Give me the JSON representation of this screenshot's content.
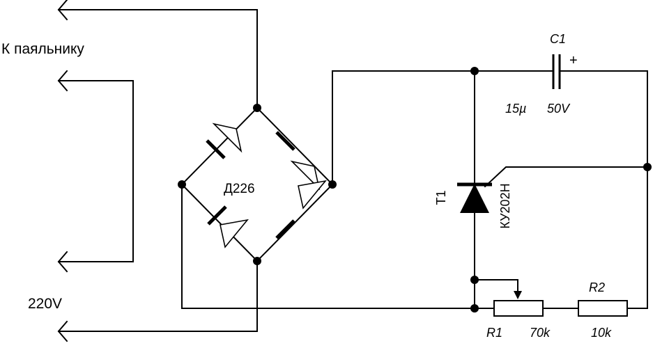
{
  "labels": {
    "soldering_iron": "К паяльнику",
    "mains_voltage": "220V",
    "bridge_diodes": "Д226",
    "thyristor_ref": "T1",
    "thyristor_part": "КУ202Н",
    "capacitor_ref": "C1",
    "capacitor_plus": "+",
    "capacitor_capacitance": "15µ",
    "capacitor_voltage": "50V",
    "r1_ref": "R1",
    "r1_value": "70k",
    "r2_ref": "R2",
    "r2_value": "10k"
  }
}
